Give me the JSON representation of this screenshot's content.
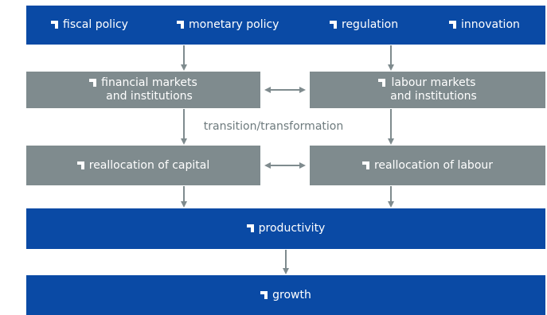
{
  "policies": [
    {
      "label": "fiscal policy"
    },
    {
      "label": "monetary policy"
    },
    {
      "label": "regulation"
    },
    {
      "label": "innovation"
    }
  ],
  "markets": {
    "financial": "financial markets\nand institutions",
    "labour": "labour markets\nand institutions"
  },
  "transition_label": "transition/transformation",
  "reallocation": {
    "capital": "reallocation of capital",
    "labour": "reallocation of labour"
  },
  "productivity": "productivity",
  "growth": "growth",
  "colors": {
    "blue": "#0a4aa5",
    "grey": "#7f8b8e",
    "arrow": "#7f8b8e"
  },
  "icons": {
    "bullet": "corner-mark-icon"
  }
}
